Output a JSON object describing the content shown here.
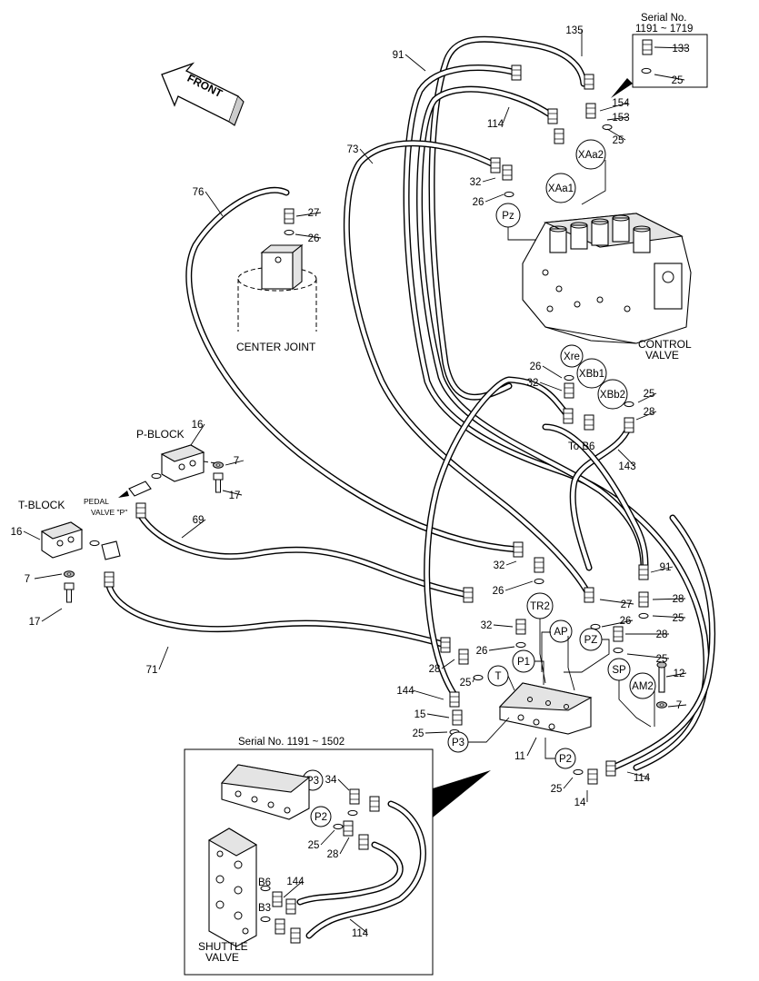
{
  "direction": {
    "text": "FRONT"
  },
  "serial_notes": {
    "top": "Serial No.\n1191 ~ 1719",
    "inset": "Serial No. 1191 ~ 1502"
  },
  "components": {
    "center_joint": "CENTER JOINT",
    "control_valve": "CONTROL\nVALVE",
    "p_block": "P-BLOCK",
    "t_block": "T-BLOCK",
    "pedal_valve": "PEDAL\nVALVE \"P\"",
    "shuttle_valve": "SHUTTLE\nVALVE",
    "to_b6": "To B6"
  },
  "ports": [
    "XAa2",
    "XAa1",
    "Pz",
    "Xre",
    "XBb1",
    "XBb2",
    "TR2",
    "AP",
    "PZ",
    "P1",
    "T",
    "SP",
    "AM2",
    "P3",
    "P2",
    "P3",
    "P2",
    "B6",
    "B3"
  ],
  "part_numbers": [
    "135",
    "91",
    "114",
    "73",
    "133",
    "25",
    "154",
    "153",
    "25",
    "32",
    "26",
    "76",
    "27",
    "26",
    "26",
    "32",
    "25",
    "28",
    "143",
    "16",
    "7",
    "17",
    "69",
    "16",
    "7",
    "17",
    "71",
    "91",
    "32",
    "26",
    "27",
    "26",
    "28",
    "32",
    "26",
    "25",
    "28",
    "28",
    "25",
    "25",
    "12",
    "144",
    "15",
    "25",
    "7",
    "11",
    "114",
    "25",
    "14",
    "34",
    "25",
    "28",
    "144",
    "114"
  ]
}
